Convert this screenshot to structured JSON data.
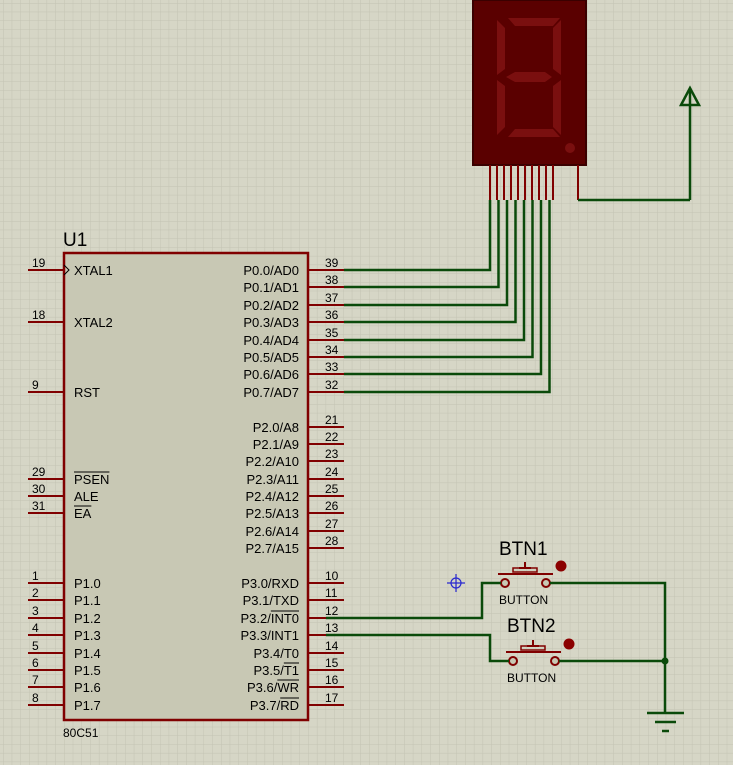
{
  "u1": {
    "ref": "U1",
    "part": "80C51",
    "left_pins": [
      {
        "num": "19",
        "name": "XTAL1"
      },
      {
        "num": "18",
        "name": "XTAL2"
      },
      {
        "num": "9",
        "name": "RST"
      },
      {
        "num": "29",
        "name": "PSEN",
        "overbar": true
      },
      {
        "num": "30",
        "name": "ALE"
      },
      {
        "num": "31",
        "name": "EA",
        "overbar": true
      },
      {
        "num": "1",
        "name": "P1.0"
      },
      {
        "num": "2",
        "name": "P1.1"
      },
      {
        "num": "3",
        "name": "P1.2"
      },
      {
        "num": "4",
        "name": "P1.3"
      },
      {
        "num": "5",
        "name": "P1.4"
      },
      {
        "num": "6",
        "name": "P1.5"
      },
      {
        "num": "7",
        "name": "P1.6"
      },
      {
        "num": "8",
        "name": "P1.7"
      }
    ],
    "right_pins": [
      {
        "num": "39",
        "name": "P0.0/AD0"
      },
      {
        "num": "38",
        "name": "P0.1/AD1"
      },
      {
        "num": "37",
        "name": "P0.2/AD2"
      },
      {
        "num": "36",
        "name": "P0.3/AD3"
      },
      {
        "num": "35",
        "name": "P0.4/AD4"
      },
      {
        "num": "34",
        "name": "P0.5/AD5"
      },
      {
        "num": "33",
        "name": "P0.6/AD6"
      },
      {
        "num": "32",
        "name": "P0.7/AD7"
      },
      {
        "num": "21",
        "name": "P2.0/A8"
      },
      {
        "num": "22",
        "name": "P2.1/A9"
      },
      {
        "num": "23",
        "name": "P2.2/A10"
      },
      {
        "num": "24",
        "name": "P2.3/A11"
      },
      {
        "num": "25",
        "name": "P2.4/A12"
      },
      {
        "num": "26",
        "name": "P2.5/A13"
      },
      {
        "num": "27",
        "name": "P2.6/A14"
      },
      {
        "num": "28",
        "name": "P2.7/A15"
      },
      {
        "num": "10",
        "name": "P3.0/RXD"
      },
      {
        "num": "11",
        "name": "P3.1/TXD"
      },
      {
        "num": "12",
        "name": "P3.2/",
        "name_overbar": "INT0"
      },
      {
        "num": "13",
        "name": "P3.3/INT1"
      },
      {
        "num": "14",
        "name": "P3.4/T0"
      },
      {
        "num": "15",
        "name": "P3.5/",
        "name_overbar": "T1"
      },
      {
        "num": "16",
        "name": "P3.6/",
        "name_overbar": "WR"
      },
      {
        "num": "17",
        "name": "P3.7/",
        "name_overbar": "RD"
      }
    ]
  },
  "btn1": {
    "ref": "BTN1",
    "type": "BUTTON"
  },
  "btn2": {
    "ref": "BTN2",
    "type": "BUTTON"
  },
  "colors": {
    "background": "#d6d6c6",
    "grid": "#c3c3b3",
    "component_outline": "#800000",
    "chip_fill": "#c8c8b4",
    "wire": "#0a4a0a",
    "display_body": "#5a0000",
    "segment_off": "#7a0f0f"
  },
  "icons": {
    "power_terminal": "arrow-up-icon",
    "ground": "ground-icon",
    "cursor": "crosshair-icon"
  }
}
